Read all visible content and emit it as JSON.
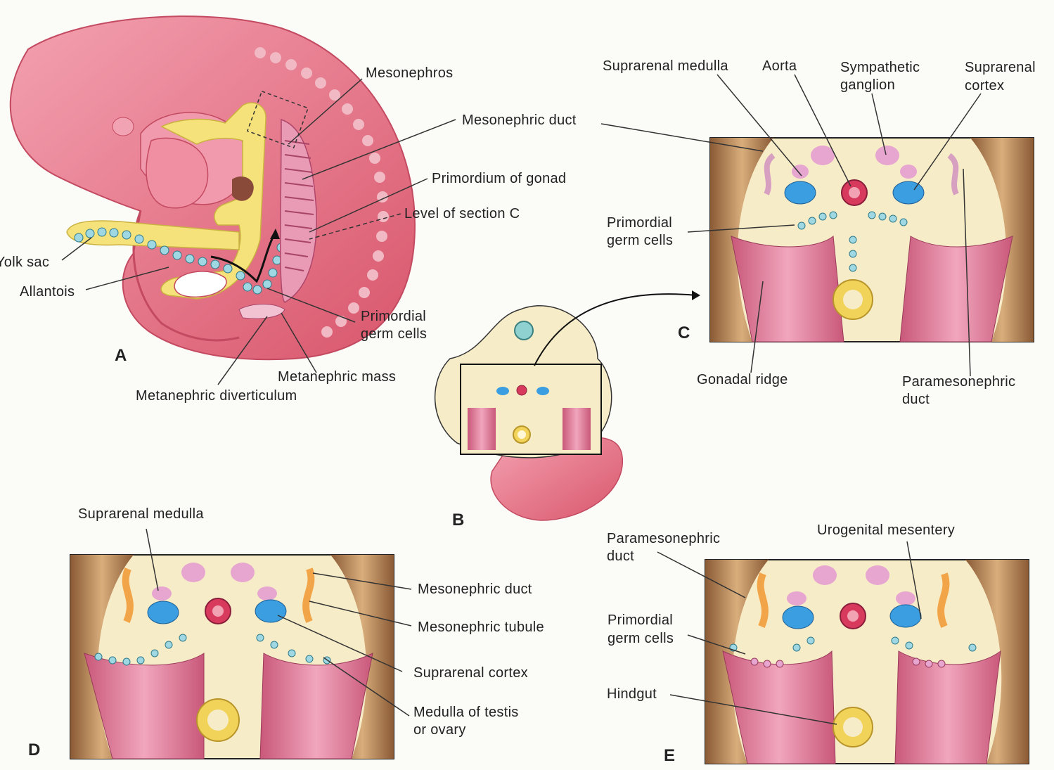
{
  "panels": {
    "a": "A",
    "b": "B",
    "c": "C",
    "d": "D",
    "e": "E"
  },
  "labels_a": {
    "mesonephros": "Mesonephros",
    "mesonephric_duct": "Mesonephric duct",
    "primordium_gonad": "Primordium of gonad",
    "level_section_c": "Level of section C",
    "yolk_sac": "Yolk sac",
    "allantois": "Allantois",
    "primordial_germ_cells_1": "Primordial",
    "primordial_germ_cells_2": "germ cells",
    "metanephric_mass": "Metanephric mass",
    "metanephric_diverticulum": "Metanephric diverticulum"
  },
  "labels_c": {
    "suprarenal_medulla": "Suprarenal medulla",
    "aorta": "Aorta",
    "sympathetic_ganglion_1": "Sympathetic",
    "sympathetic_ganglion_2": "ganglion",
    "suprarenal_cortex_1": "Suprarenal",
    "suprarenal_cortex_2": "cortex",
    "primordial_germ_cells_1": "Primordial",
    "primordial_germ_cells_2": "germ cells",
    "gonadal_ridge": "Gonadal ridge",
    "paramesonephric_duct_1": "Paramesonephric",
    "paramesonephric_duct_2": "duct"
  },
  "labels_d": {
    "suprarenal_medulla": "Suprarenal medulla",
    "mesonephric_duct": "Mesonephric duct",
    "mesonephric_tubule": "Mesonephric tubule",
    "suprarenal_cortex": "Suprarenal cortex",
    "medulla_testis_1": "Medulla of testis",
    "medulla_testis_2": "or ovary"
  },
  "labels_e": {
    "paramesonephric_duct_1": "Paramesonephric",
    "paramesonephric_duct_2": "duct",
    "urogenital_mesentery": "Urogenital mesentery",
    "primordial_germ_cells_1": "Primordial",
    "primordial_germ_cells_2": "germ cells",
    "hindgut": "Hindgut"
  },
  "colors": {
    "embryo_pink": "#e8697c",
    "embryo_light": "#f4a9b5",
    "yolk_yellow": "#f5e27a",
    "section_bg": "#f7ecc8",
    "mesenchyme_brown": "#b98a5a",
    "dorsal_wall_pink": "#e5829a",
    "cortex_blue": "#3a9ee0",
    "medulla_pink": "#e6a6cf",
    "aorta_red": "#d83a5d",
    "duct_orange": "#f2a548",
    "germ_cell_teal": "#5fb8c9"
  }
}
